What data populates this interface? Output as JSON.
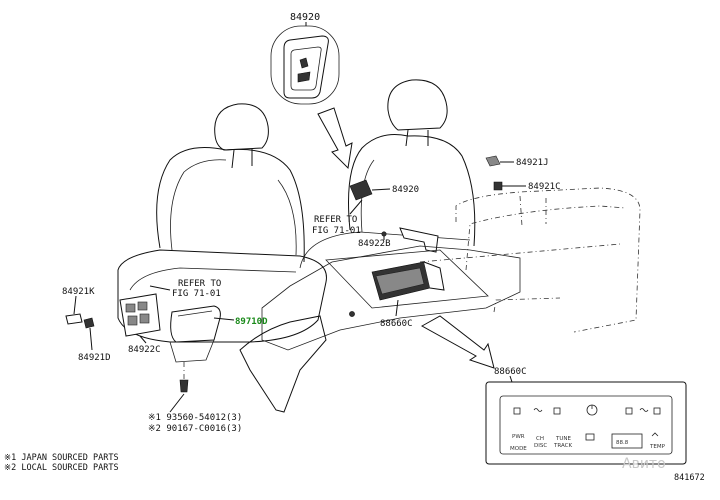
{
  "labels": {
    "l84920_top": "84920",
    "l84920_mid": "84920",
    "l84921J": "84921J",
    "l84921C": "84921C",
    "refer1_a": "REFER TO",
    "refer1_b": "FIG 71-01",
    "l84922B": "84922B",
    "refer2_a": "REFER TO",
    "refer2_b": "FIG 71-01",
    "l84921K": "84921K",
    "l89710D": "89710D",
    "l84922C": "84922C",
    "l84921D": "84921D",
    "l88660C_a": "88660C",
    "l88660C_b": "88660C",
    "l93560": "※1 93560-54012(3)",
    "l90167": "※2 90167-C0016(3)"
  },
  "notes": {
    "n1": "※1 JAPAN SOURCED PARTS",
    "n2": "※2 LOCAL SOURCED PARTS"
  },
  "figure_code": "841672",
  "panel": {
    "pwr": "PWR",
    "mode": "MODE",
    "ch": "CH",
    "disc": "DISC",
    "tune": "TUNE",
    "track": "TRACK",
    "temp": "TEMP",
    "display": "88.8"
  },
  "watermark": "Авито",
  "colors": {
    "highlight": "#1a8a1a"
  }
}
